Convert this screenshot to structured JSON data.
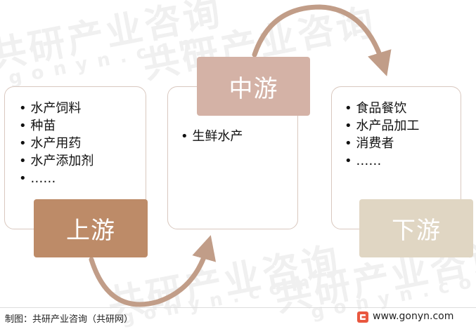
{
  "watermark": {
    "cn": "共研产业咨询",
    "en": "gonyn.com"
  },
  "upstream": {
    "label": "上游",
    "color": "#bd8b68",
    "items": [
      "水产饲料",
      "种苗",
      "水产用药",
      "水产添加剂",
      "……"
    ]
  },
  "midstream": {
    "label": "中游",
    "color": "#d4b2a6",
    "items": [
      "生鲜水产"
    ]
  },
  "downstream": {
    "label": "下游",
    "color": "#e0d6c3",
    "items": [
      "食品餐饮",
      "水产品加工",
      "消费者",
      "……"
    ]
  },
  "arrow_color": "#c19d88",
  "footer": {
    "source": "制图：共研产业咨询（共研网）",
    "website": "www.gonyn.com"
  }
}
